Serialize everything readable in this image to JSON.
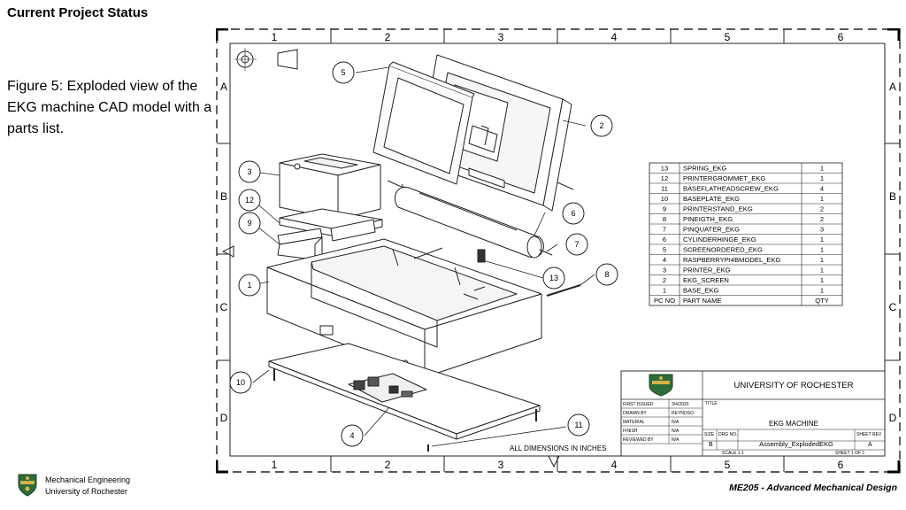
{
  "slide": {
    "title": "Current Project Status",
    "caption": "Figure 5: Exploded view of the EKG machine CAD model with a parts list.",
    "footer_dept_line1": "Mechanical Engineering",
    "footer_dept_line2": "University of Rochester",
    "footer_course": "ME205 - Advanced Mechanical Design"
  },
  "drawing": {
    "col_labels": [
      "1",
      "2",
      "3",
      "4",
      "5",
      "6"
    ],
    "row_labels": [
      "A",
      "B",
      "C",
      "D"
    ],
    "dimensions_note": "ALL DIMENSIONS IN INCHES",
    "balloons": [
      "1",
      "2",
      "3",
      "4",
      "5",
      "6",
      "7",
      "8",
      "9",
      "10",
      "11",
      "12",
      "13"
    ],
    "bom": {
      "headers": {
        "pc": "PC NO",
        "name": "PART NAME",
        "qty": "QTY"
      },
      "rows": [
        {
          "pc": "13",
          "name": "SPRING_EKG",
          "qty": "1"
        },
        {
          "pc": "12",
          "name": "PRINTERGROMMET_EKG",
          "qty": "1"
        },
        {
          "pc": "11",
          "name": "BASEFLATHEADSCREW_EKG",
          "qty": "4"
        },
        {
          "pc": "10",
          "name": "BASEPLATE_EKG",
          "qty": "1"
        },
        {
          "pc": "9",
          "name": "PRINTERSTAND_EKG",
          "qty": "2"
        },
        {
          "pc": "8",
          "name": "PINEIGTH_EKG",
          "qty": "2"
        },
        {
          "pc": "7",
          "name": "PINQUATER_EKG",
          "qty": "3"
        },
        {
          "pc": "6",
          "name": "CYLINDERHINGE_EKG",
          "qty": "1"
        },
        {
          "pc": "5",
          "name": "SCREENORDERED_EKG",
          "qty": "1"
        },
        {
          "pc": "4",
          "name": "RASPBERRYPI4BMODEL_EKG",
          "qty": "1"
        },
        {
          "pc": "3",
          "name": "PRINTER_EKG",
          "qty": "1"
        },
        {
          "pc": "2",
          "name": "EKG_SCREEN",
          "qty": "1"
        },
        {
          "pc": "1",
          "name": "BASE_EKG",
          "qty": "1"
        }
      ]
    },
    "title_block": {
      "university": "UNIVERSITY OF ROCHESTER",
      "first_issued_label": "FIRST ISSUED",
      "first_issued": "3/4/2020",
      "drawn_by_label": "DRAWN BY",
      "drawn_by": "REYNOSO",
      "material_label": "MATERIAL",
      "material": "N/A",
      "finish_label": "FINISH",
      "finish": "N/A",
      "reviewed_by_label": "REVIEWED BY",
      "reviewed_by": "N/A",
      "title_label": "TITLE",
      "title": "EKG MACHINE",
      "size_label": "SIZE",
      "size": "B",
      "dwg_label": "DRG NO.",
      "dwg_no": "Assembly_ExplodedEKG",
      "rev_label": "SHEET REV",
      "rev": "A",
      "scale": "SCALE 1:1",
      "sheet": "SHEET 1 OF 1"
    }
  },
  "colors": {
    "line": "#222222",
    "logo_green": "#2e6b3a",
    "logo_gold": "#d4b24a"
  }
}
